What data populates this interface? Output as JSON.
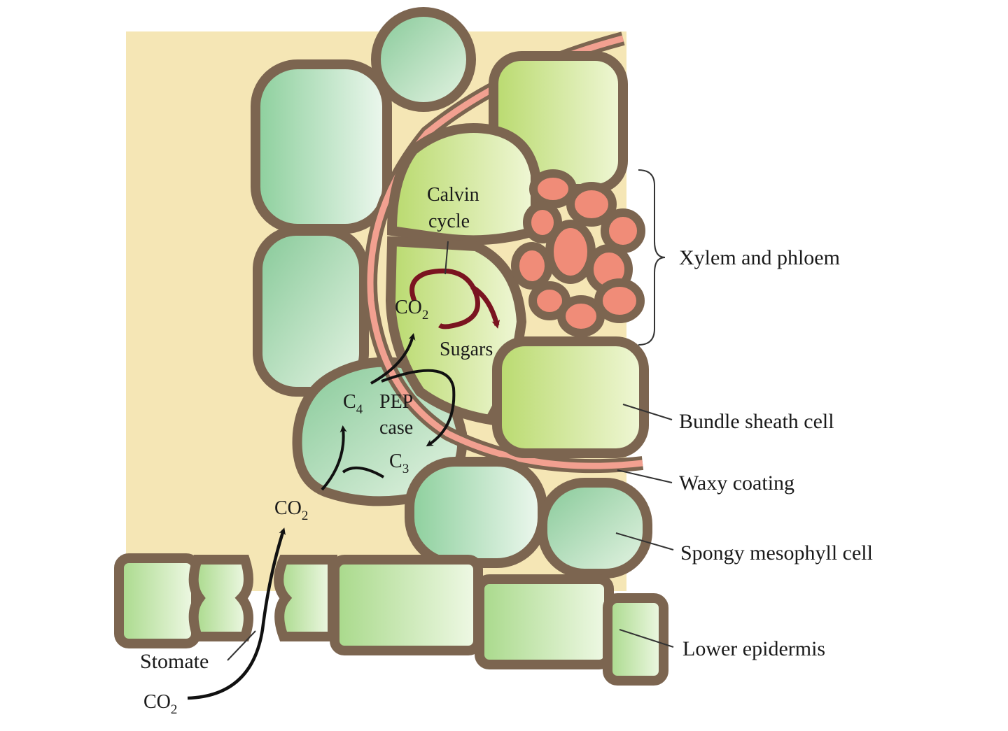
{
  "colors": {
    "background": "#f5e6b5",
    "cell_wall": "#7c6550",
    "mesophyll": "#9fd6ab",
    "bundle_sheath": "#c8e28a",
    "vascular": "#f08c78",
    "waxy_coating": "#f2a090",
    "calvin_arrow": "#7a1420",
    "flow_arrow": "#111111"
  },
  "labels": {
    "xylem_phloem": "Xylem and phloem",
    "bundle_sheath": "Bundle sheath cell",
    "waxy_coating": "Waxy coating",
    "spongy_mesophyll": "Spongy mesophyll cell",
    "lower_epidermis": "Lower epidermis",
    "stomate": "Stomate"
  },
  "internal": {
    "calvin_line1": "Calvin",
    "calvin_line2": "cycle",
    "sugars": "Sugars",
    "co2_main": "CO",
    "co2_sub": "2",
    "pep_line1": "PEP",
    "pep_line2": "case",
    "c4_main": "C",
    "c4_sub": "4",
    "c3_main": "C",
    "c3_sub": "3"
  },
  "icons": [
    "cycle-arrow-icon",
    "flow-arrow-icon"
  ]
}
